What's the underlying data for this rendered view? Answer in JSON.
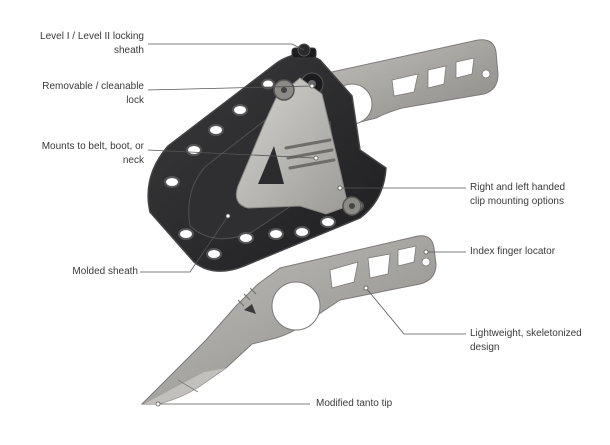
{
  "callouts": {
    "locking_sheath": {
      "line1": "Level I / Level II locking",
      "line2": "sheath"
    },
    "removable_lock": {
      "line1": "Removable / cleanable",
      "line2": "lock"
    },
    "mounts": {
      "line1": "Mounts to belt, boot, or",
      "line2": "neck"
    },
    "molded_sheath": {
      "line1": "Molded sheath"
    },
    "clip_options": {
      "line1": "Right and left handed",
      "line2": "clip mounting options"
    },
    "index_finger": {
      "line1": "Index finger locator"
    },
    "skeletonized": {
      "line1": "Lightweight, skeletonized",
      "line2": "design"
    },
    "tanto_tip": {
      "line1": "Modified tanto tip"
    }
  },
  "colors": {
    "sheath": "#2b2b2d",
    "sheath_edge": "#444446",
    "steel": "#a7a5a1",
    "steel_dark": "#8d8b87",
    "clip": "#bdbbb7",
    "leader": "#555555",
    "text": "#3a3a3a"
  }
}
